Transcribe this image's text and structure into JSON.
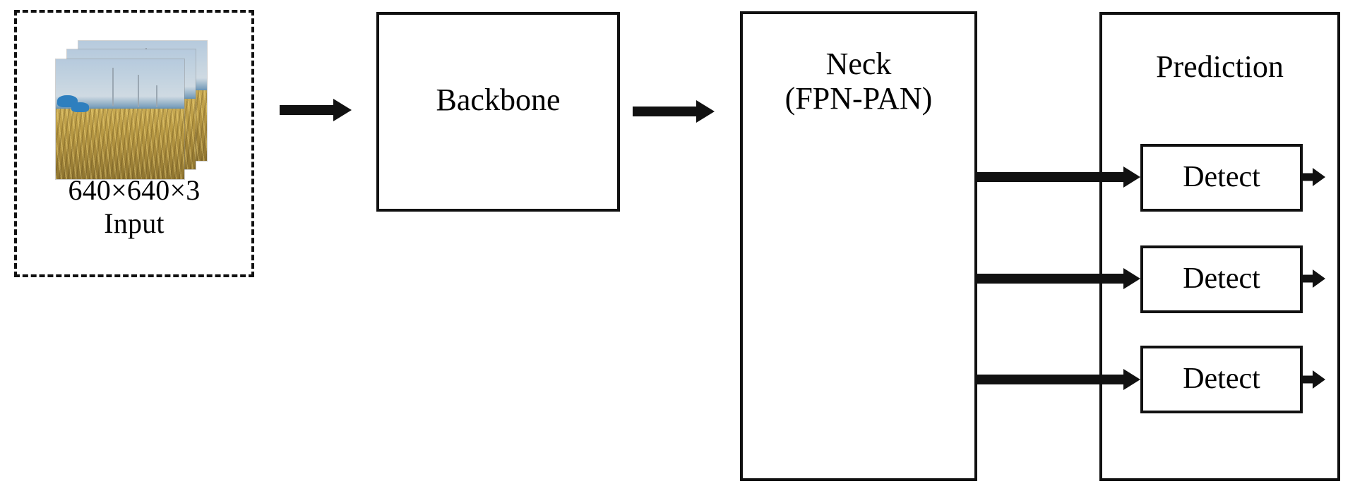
{
  "diagram": {
    "title": "YOLO object detection network architecture",
    "background_color": "#ffffff",
    "line_color": "#111111"
  },
  "input_stage": {
    "image_alt": "stack of three wheat field photographs",
    "dimension_label": "640×640×3",
    "name_label": "Input",
    "border_style": "dashed"
  },
  "stages": {
    "backbone": {
      "label": "Backbone"
    },
    "neck": {
      "label_line1": "Neck",
      "label_line2": "(FPN-PAN)"
    },
    "prediction": {
      "label": "Prediction"
    }
  },
  "detect_heads": [
    {
      "label": "Detect"
    },
    {
      "label": "Detect"
    },
    {
      "label": "Detect"
    }
  ],
  "arrows": {
    "input_to_backbone": "→",
    "backbone_to_neck": "→",
    "neck_to_detect": "→",
    "detect_output": "→"
  }
}
